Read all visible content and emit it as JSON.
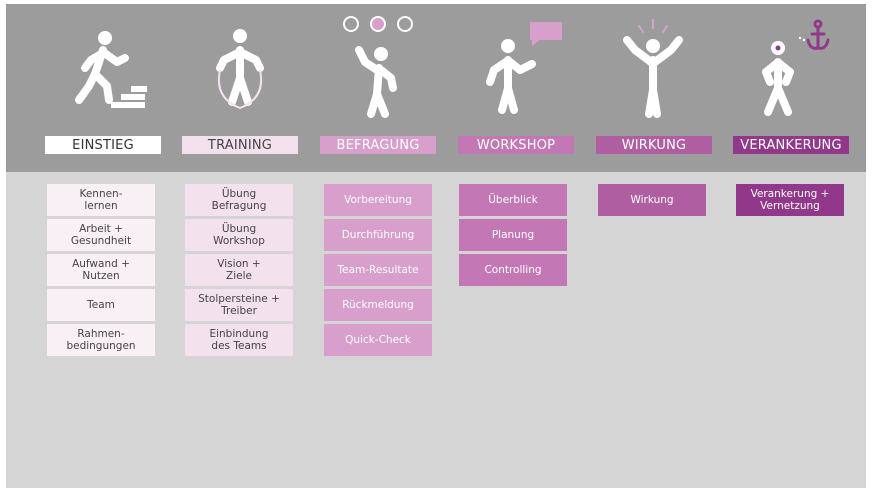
{
  "phases": [
    {
      "label": "EINSTIEG",
      "items": [
        "Kennen-\nlernen",
        "Arbeit +\nGesundheit",
        "Aufwand +\nNutzen",
        "Team",
        "Rahmen-\nbedingungen"
      ]
    },
    {
      "label": "TRAINING",
      "items": [
        "Übung\nBefragung",
        "Übung\nWorkshop",
        "Vision +\nZiele",
        "Stolpersteine +\nTreiber",
        "Einbindung\ndes Teams"
      ]
    },
    {
      "label": "BEFRAGUNG",
      "items": [
        "Vorbereitung",
        "Durchführung",
        "Team-Resultate",
        "Rückmeldung",
        "Quick-Check"
      ]
    },
    {
      "label": "WORKSHOP",
      "items": [
        "Überblick",
        "Planung",
        "Controlling"
      ]
    },
    {
      "label": "WIRKUNG",
      "items": [
        "Wirkung"
      ]
    },
    {
      "label": "VERANKERUNG",
      "items": [
        "Verankerung +\nVernetzung"
      ]
    }
  ],
  "icons": [
    "stairs-walker-icon",
    "jump-rope-icon",
    "survey-person-icon",
    "speech-person-icon",
    "cheering-person-icon",
    "anchor-person-icon"
  ],
  "colors": {
    "accent_light": "#f3e1ee",
    "accent_mid": "#d89fcc",
    "accent_dark": "#92388a",
    "header_band": "#9c9c9c",
    "background": "#d5d5d5"
  }
}
